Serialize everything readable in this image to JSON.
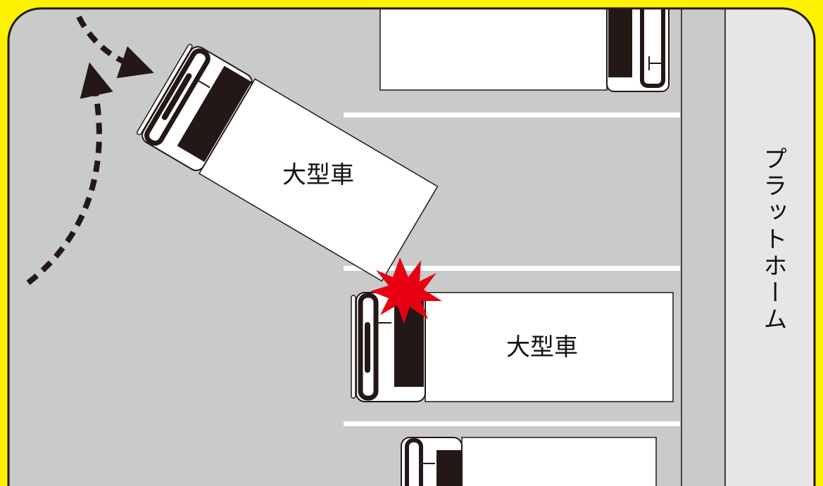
{
  "colors": {
    "frame": "#FFF200",
    "lot": "#C9CACA",
    "platform": "#E6E6E6",
    "truck_body": "#FFFFFF",
    "outline": "#231815",
    "collision": "#E60012"
  },
  "labels": {
    "moving_truck": "大型車",
    "parked_truck": "大型車",
    "platform": "プラットホーム"
  },
  "icons": {
    "arrow": "dashed-curved-arrow",
    "impact": "collision-burst-icon"
  }
}
